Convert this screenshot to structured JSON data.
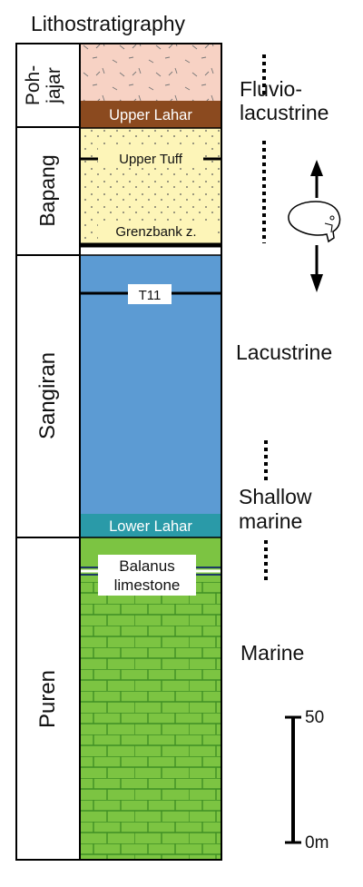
{
  "title": "Lithostratigraphy",
  "formations": [
    {
      "name": "Poh-",
      "name2": "jajar"
    },
    {
      "name": "Bapang"
    },
    {
      "name": "Sangiran"
    },
    {
      "name": "Puren"
    }
  ],
  "units": {
    "upper_lahar": "Upper Lahar",
    "upper_tuff": "Upper Tuff",
    "grenzbank": "Grenzbank z.",
    "t11": "T11",
    "lower_lahar": "Lower Lahar",
    "balanus_1": "Balanus",
    "balanus_2": "limestone"
  },
  "environments": {
    "fluvio_1": "Fluvio-",
    "fluvio_2": "lacustrine",
    "lacustrine": "Lacustrine",
    "shallow_1": "Shallow",
    "shallow_2": "marine",
    "marine": "Marine"
  },
  "scale": {
    "top_label": "50",
    "bottom_label": "0m"
  },
  "icons": {
    "hominin": "hominin-skull-icon"
  },
  "colors": {
    "pohjajar": "#f7d2c4",
    "lahar_brown": "#8b4a1f",
    "bapang": "#fdf5b8",
    "sangiran": "#5c9bd3",
    "lower_lahar": "#2a9aa8",
    "puren": "#7cc442",
    "brick_line": "#3f8f24"
  }
}
